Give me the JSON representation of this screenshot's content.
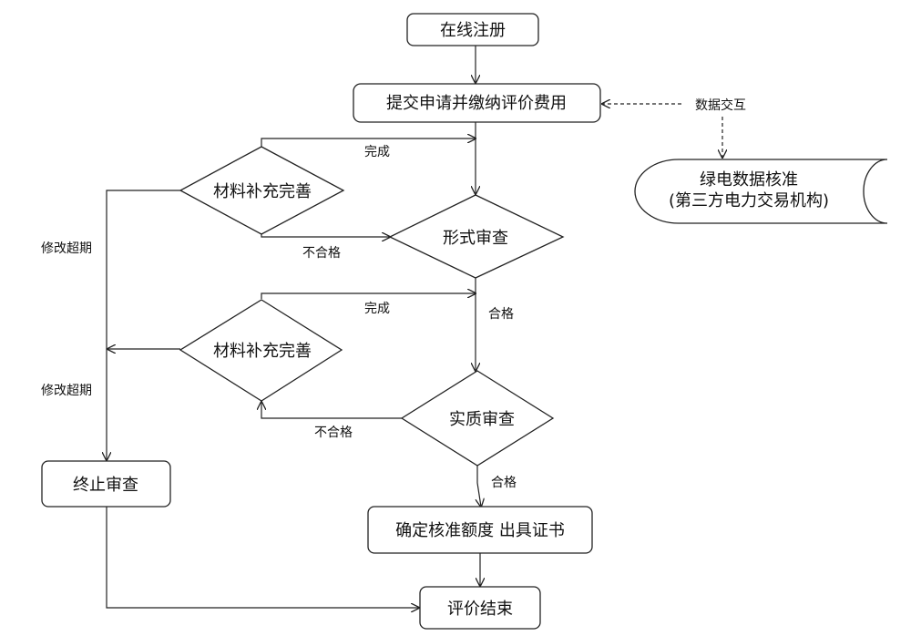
{
  "nodes": {
    "register": "在线注册",
    "submit": "提交申请并缴纳评价费用",
    "supplement_1": "材料补充完善",
    "formal_review": "形式审查",
    "supplement_2": "材料补充完善",
    "substantive_review": "实质审查",
    "terminate": "终止审查",
    "confirm": "确定核准额度 出具证书",
    "end": "评价结束",
    "green_power_line1": "绿电数据核准",
    "green_power_line2": "(第三方电力交易机构)"
  },
  "edges": {
    "data_exchange": "数据交互",
    "complete_1": "完成",
    "fail_1": "不合格",
    "overdue_1": "修改超期",
    "pass_1": "合格",
    "complete_2": "完成",
    "overdue_2": "修改超期",
    "fail_2": "不合格",
    "pass_2": "合格"
  }
}
